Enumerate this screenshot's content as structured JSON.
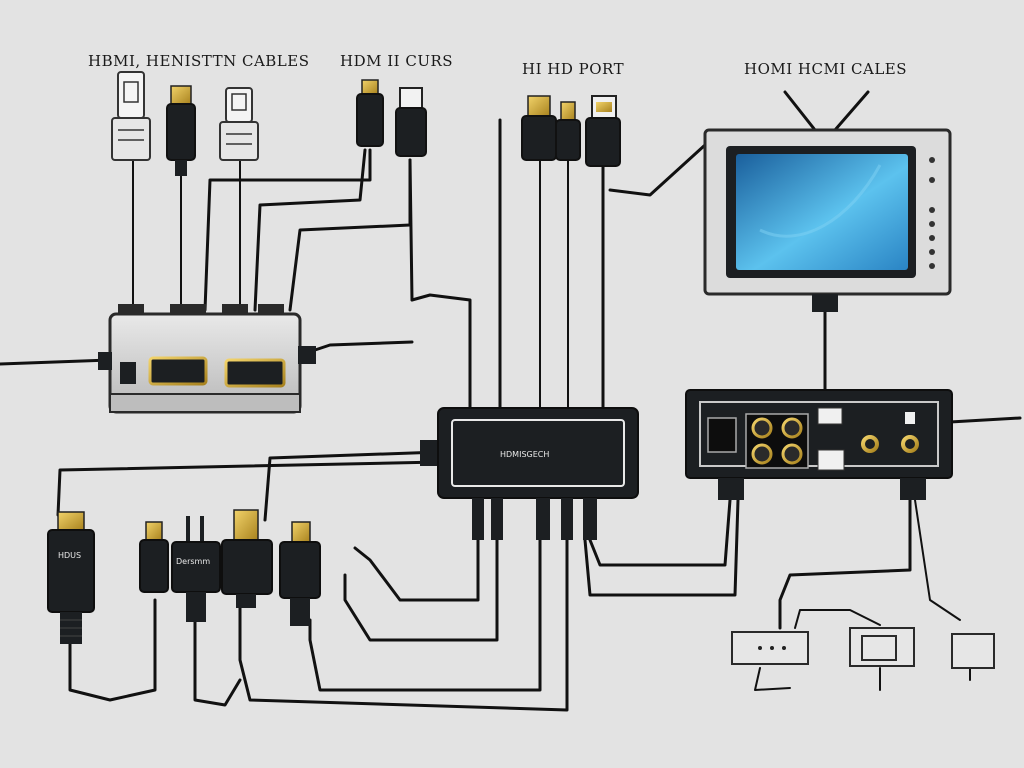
{
  "labels": {
    "top_left": "HBMI, HENISTTN CABLES",
    "top_mid": "HDM II CURS",
    "top_center": "HI HD PORT",
    "top_right": "HOMI HCMI CALES",
    "switch_box": "HDMISGECH",
    "plug_left": "HDUS",
    "plug_mid": "Dersmm"
  },
  "colors": {
    "background": "#e3e3e3",
    "device_dark": "#1c1f22",
    "device_light": "#c9c9c9",
    "gold": "#d8b23a",
    "screen": "#3aa0d8",
    "cable": "#111111"
  }
}
